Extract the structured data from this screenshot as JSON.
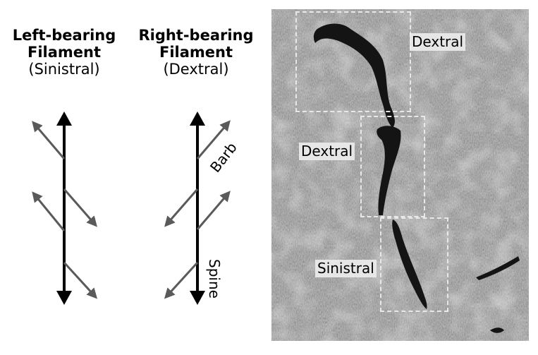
{
  "left_panel": {
    "sinistral": {
      "title_line1": "Left-bearing",
      "title_line2": "Filament",
      "subtitle": "(Sinistral)"
    },
    "dextral": {
      "title_line1": "Right-bearing",
      "title_line2": "Filament",
      "subtitle": "(Dextral)"
    },
    "labels": {
      "barb": "Barb",
      "spine": "Spine"
    }
  },
  "photo_panel": {
    "labels": {
      "top": "Dextral",
      "middle": "Dextral",
      "bottom": "Sinistral"
    }
  },
  "colors": {
    "spine": "#000000",
    "barb": "#5a5a5a",
    "box": "#e8e8e8"
  }
}
